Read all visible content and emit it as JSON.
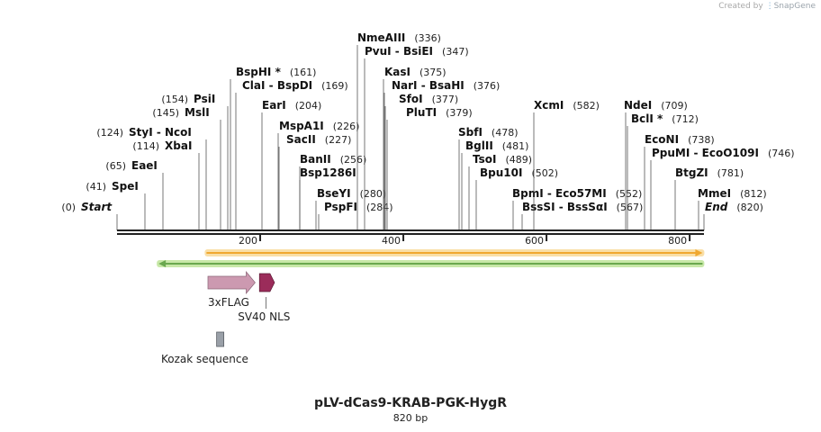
{
  "watermark": {
    "prefix": "Created by",
    "brand": "SnapGene"
  },
  "plasmid": {
    "name": "pLV-dCas9-KRAB-PGK-HygR",
    "length_label": "820 bp",
    "length": 820
  },
  "colors": {
    "backbone": "#222222",
    "orange_fill": "#f0a830",
    "orange_glow": "#f9dfa8",
    "green_fill": "#6aa84f",
    "green_glow": "#c8e8a8",
    "flag": "#cc99b0",
    "nls": "#9b2c5a",
    "kozak": "#9aa0a8"
  },
  "scale": {
    "ticks": [
      200,
      400,
      600,
      800
    ]
  },
  "sites": [
    {
      "name": "Start",
      "pos": "(0)",
      "side": "left",
      "italic": true
    },
    {
      "name": "SpeI",
      "pos": "(41)",
      "side": "left"
    },
    {
      "name": "EaeI",
      "pos": "(65)",
      "side": "left"
    },
    {
      "name": "XbaI",
      "pos": "(114)",
      "side": "left"
    },
    {
      "name": "StyI - NcoI",
      "pos": "(124)",
      "side": "left"
    },
    {
      "name": "MslI",
      "pos": "(145)",
      "side": "left"
    },
    {
      "name": "PsiI",
      "pos": "(154)",
      "side": "left"
    },
    {
      "name": "BspHI *",
      "pos": "(161)",
      "side": "right"
    },
    {
      "name": "ClaI - BspDI",
      "pos": "(169)",
      "side": "right"
    },
    {
      "name": "EarI",
      "pos": "(204)",
      "side": "right"
    },
    {
      "name": "MspA1I",
      "pos": "(226)",
      "side": "right"
    },
    {
      "name": "SacII",
      "pos": "(227)",
      "side": "right"
    },
    {
      "name": "BanII",
      "pos": "(256)",
      "side": "right"
    },
    {
      "name": "Bsp1286I",
      "pos": "",
      "side": "right"
    },
    {
      "name": "BseYI",
      "pos": "(280)",
      "side": "right"
    },
    {
      "name": "PspFI",
      "pos": "(284)",
      "side": "right"
    },
    {
      "name": "NmeAIII",
      "pos": "(336)",
      "side": "right"
    },
    {
      "name": "PvuI - BsiEI",
      "pos": "(347)",
      "side": "right"
    },
    {
      "name": "KasI",
      "pos": "(375)",
      "side": "right"
    },
    {
      "name": "NarI - BsaHI",
      "pos": "(376)",
      "side": "right"
    },
    {
      "name": "SfoI",
      "pos": "(377)",
      "side": "right"
    },
    {
      "name": "PluTI",
      "pos": "(379)",
      "side": "right"
    },
    {
      "name": "SbfI",
      "pos": "(478)",
      "side": "right"
    },
    {
      "name": "BglII",
      "pos": "(481)",
      "side": "right"
    },
    {
      "name": "TsoI",
      "pos": "(489)",
      "side": "right"
    },
    {
      "name": "Bpu10I",
      "pos": "(502)",
      "side": "right"
    },
    {
      "name": "BpmI - Eco57MI",
      "pos": "(552)",
      "side": "right"
    },
    {
      "name": "BssSI - BssSαI",
      "pos": "(567)",
      "side": "right"
    },
    {
      "name": "XcmI",
      "pos": "(582)",
      "side": "right"
    },
    {
      "name": "NdeI",
      "pos": "(709)",
      "side": "right"
    },
    {
      "name": "BclI *",
      "pos": "(712)",
      "side": "right"
    },
    {
      "name": "EcoNI",
      "pos": "(738)",
      "side": "right"
    },
    {
      "name": "PpuMI - EcoO109I",
      "pos": "(746)",
      "side": "right"
    },
    {
      "name": "BtgZI",
      "pos": "(781)",
      "side": "right"
    },
    {
      "name": "MmeI",
      "pos": "(812)",
      "side": "right"
    },
    {
      "name": "End",
      "pos": "(820)",
      "side": "right",
      "italic": true
    }
  ],
  "features": [
    {
      "name": "orange-feature",
      "start": 125,
      "end": 818,
      "direction": "forward",
      "color_key": "orange"
    },
    {
      "name": "green-feature",
      "start": 58,
      "end": 818,
      "direction": "reverse",
      "color_key": "green"
    },
    {
      "label": "3xFLAG",
      "start": 127,
      "end": 193,
      "direction": "forward",
      "color_key": "flag"
    },
    {
      "label": "SV40 NLS",
      "start": 199,
      "end": 220,
      "direction": "forward",
      "color_key": "nls"
    },
    {
      "label": "Kozak sequence",
      "start": 119,
      "end": 130,
      "direction": "none",
      "color_key": "kozak"
    }
  ]
}
